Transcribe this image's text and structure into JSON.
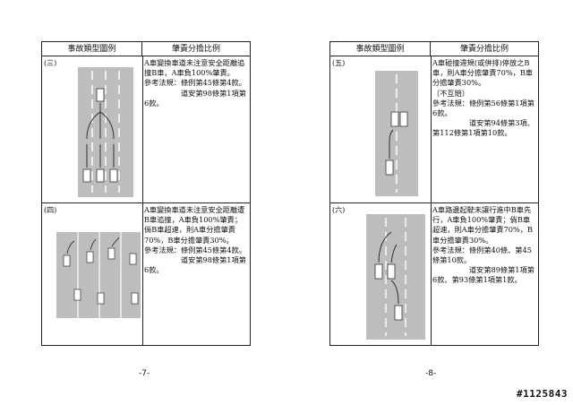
{
  "left_page": {
    "header_col1": "事故類型圖例",
    "header_col2": "肇責分擔比例",
    "rows": [
      {
        "num": "(三)",
        "text": "A車變換車道未注意安全距離追撞B車，A車負100%肇責。\n參考法規：條例第45條第4款。\n　　　　　道安第98條第1項第6款。"
      },
      {
        "num": "(四)",
        "text": "A車變換車道未注意安全距離遭B車追撞，A車負100%肇責；倘B車超速，則A車分擔肇責70%，B車分擔肇責30%。\n參考法規：條例第45條第4款。\n　　　　　道安第98條第1項第6款。"
      }
    ],
    "page_number": "-7-"
  },
  "right_page": {
    "header_col1": "事故類型圖例",
    "header_col2": "肇責分擔比例",
    "rows": [
      {
        "num": "(五)",
        "text": "A車碰撞違規(或併排)停放之B車，則A車分擔肇責70%，B車分擔肇責30%。\n〔不互賠〕\n參考法規：條例第56條第1項第6款。\n　　　　　道安第94條第3項、第112條第1項第10款。"
      },
      {
        "num": "(六)",
        "text": "A車路邊起駛未讓行進中B車先行，A車負100%肇責；倘B車超速，則A車分擔肇責70%，B車分擔肇責30%。\n參考法規：條例第40條、第45條第10款。\n　　　　　道安第89條第1項第6款、第93條第1項第1款。"
      }
    ],
    "page_number": "-8-"
  },
  "stamp": "#1125843"
}
